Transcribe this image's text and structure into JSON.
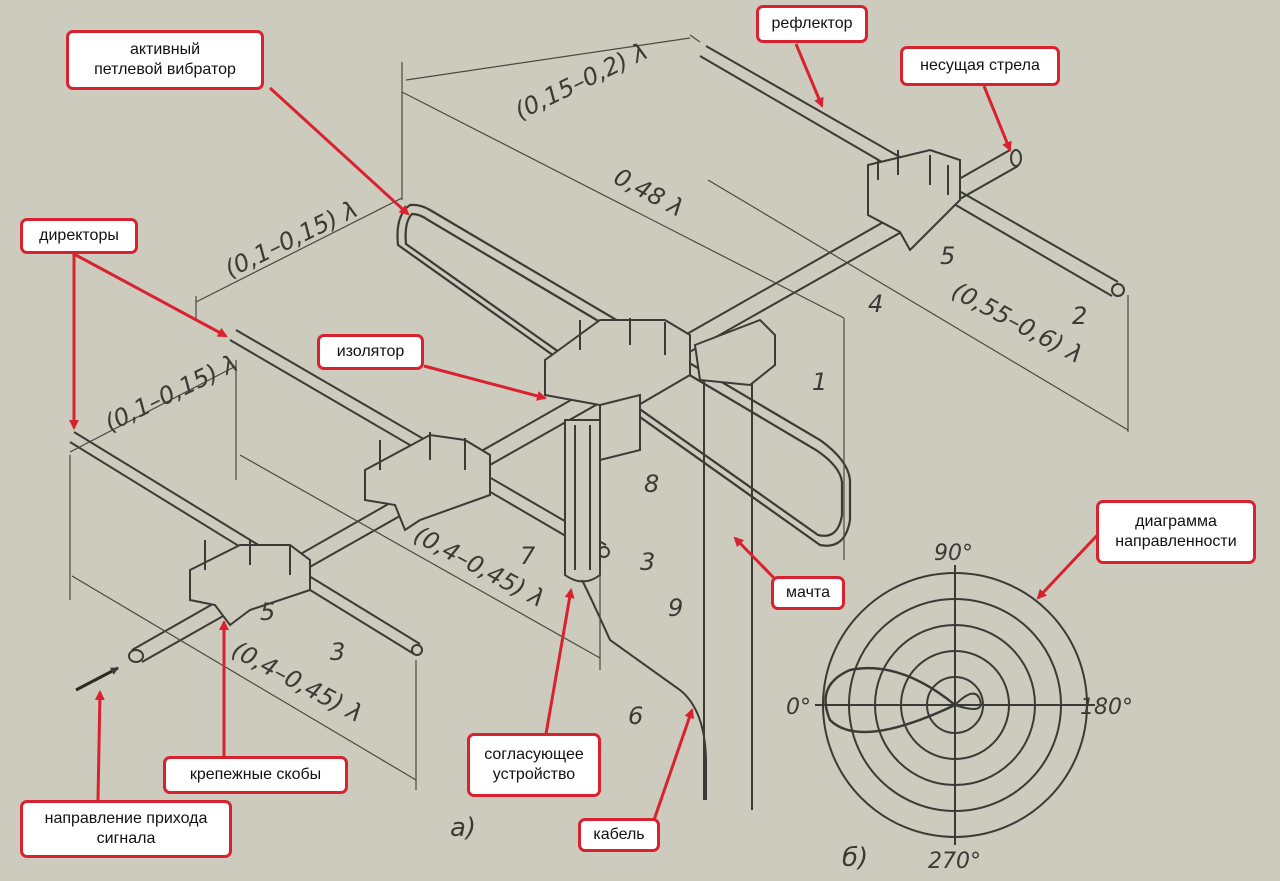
{
  "labels": {
    "active_dipole": "активный\nпетлевой вибратор",
    "reflector": "рефлектор",
    "boom": "несущая стрела",
    "directors": "директоры",
    "insulator": "изолятор",
    "mast": "мачта",
    "polar_diagram": "диаграмма\nнаправленности",
    "matching_device": "согласующее\nустройство",
    "mounting_brackets": "крепежные скобы",
    "signal_direction": "направление прихода\nсигнала",
    "cable": "кабель"
  },
  "dimensions": {
    "d_015_02": "(0,15–0,2) λ",
    "d_048": "0,48 λ",
    "d_01_015_top": "(0,1–0,15) λ",
    "d_01_015_left": "(0,1–0,15) λ",
    "d_055_06": "(0,55–0,6) λ",
    "d_04_045_mid": "(0,4–0,45) λ",
    "d_04_045_bottom": "(0,4–0,45) λ"
  },
  "part_numbers": {
    "n1": "1",
    "n2": "2",
    "n3a": "3",
    "n3b": "3",
    "n4": "4",
    "n5a": "5",
    "n5b": "5",
    "n6": "6",
    "n7": "7",
    "n8": "8",
    "n9": "9"
  },
  "subfigures": {
    "a": "а)",
    "b": "б)"
  },
  "polar_angles": {
    "a90": "90°",
    "a0": "0°",
    "a180": "180°",
    "a270": "270°"
  },
  "colors": {
    "accent": "#d92230",
    "paper": "#cdcbbd",
    "ink": "#3a3a36"
  }
}
